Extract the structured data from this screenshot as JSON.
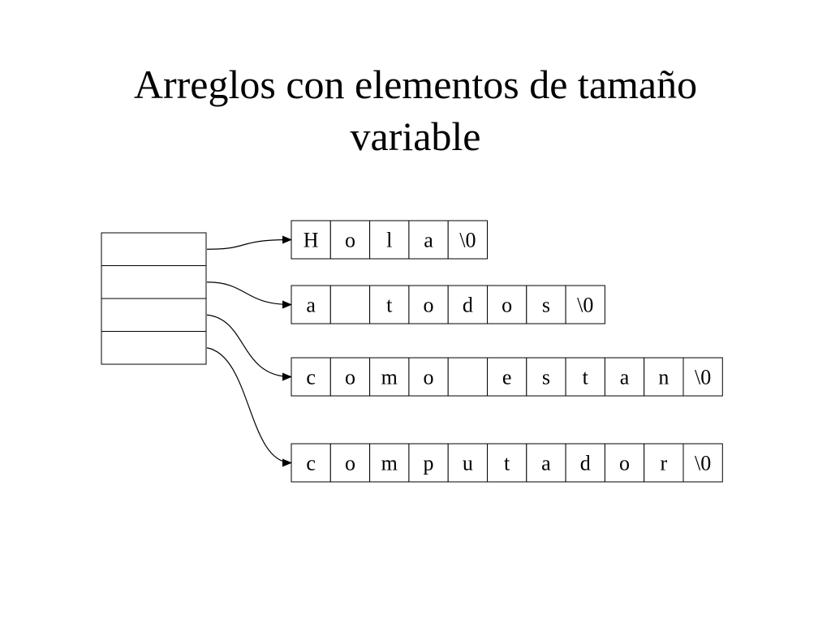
{
  "slide": {
    "title_line1": "Arreglos con elementos de tamaño",
    "title_line2": "variable"
  },
  "pointer_array": {
    "slots": 4
  },
  "strings": [
    {
      "name": "string-hola",
      "chars": [
        "H",
        "o",
        "l",
        "a",
        "\\0"
      ]
    },
    {
      "name": "string-a-todos",
      "chars": [
        "a",
        "",
        "t",
        "o",
        "d",
        "o",
        "s",
        "\\0"
      ]
    },
    {
      "name": "string-como-estan",
      "chars": [
        "c",
        "o",
        "m",
        "o",
        "",
        "e",
        "s",
        "t",
        "a",
        "n",
        "\\0"
      ]
    },
    {
      "name": "string-computador",
      "chars": [
        "c",
        "o",
        "m",
        "p",
        "u",
        "t",
        "a",
        "d",
        "o",
        "r",
        "\\0"
      ]
    }
  ],
  "colors": {
    "stroke": "#000000",
    "background": "#ffffff"
  }
}
